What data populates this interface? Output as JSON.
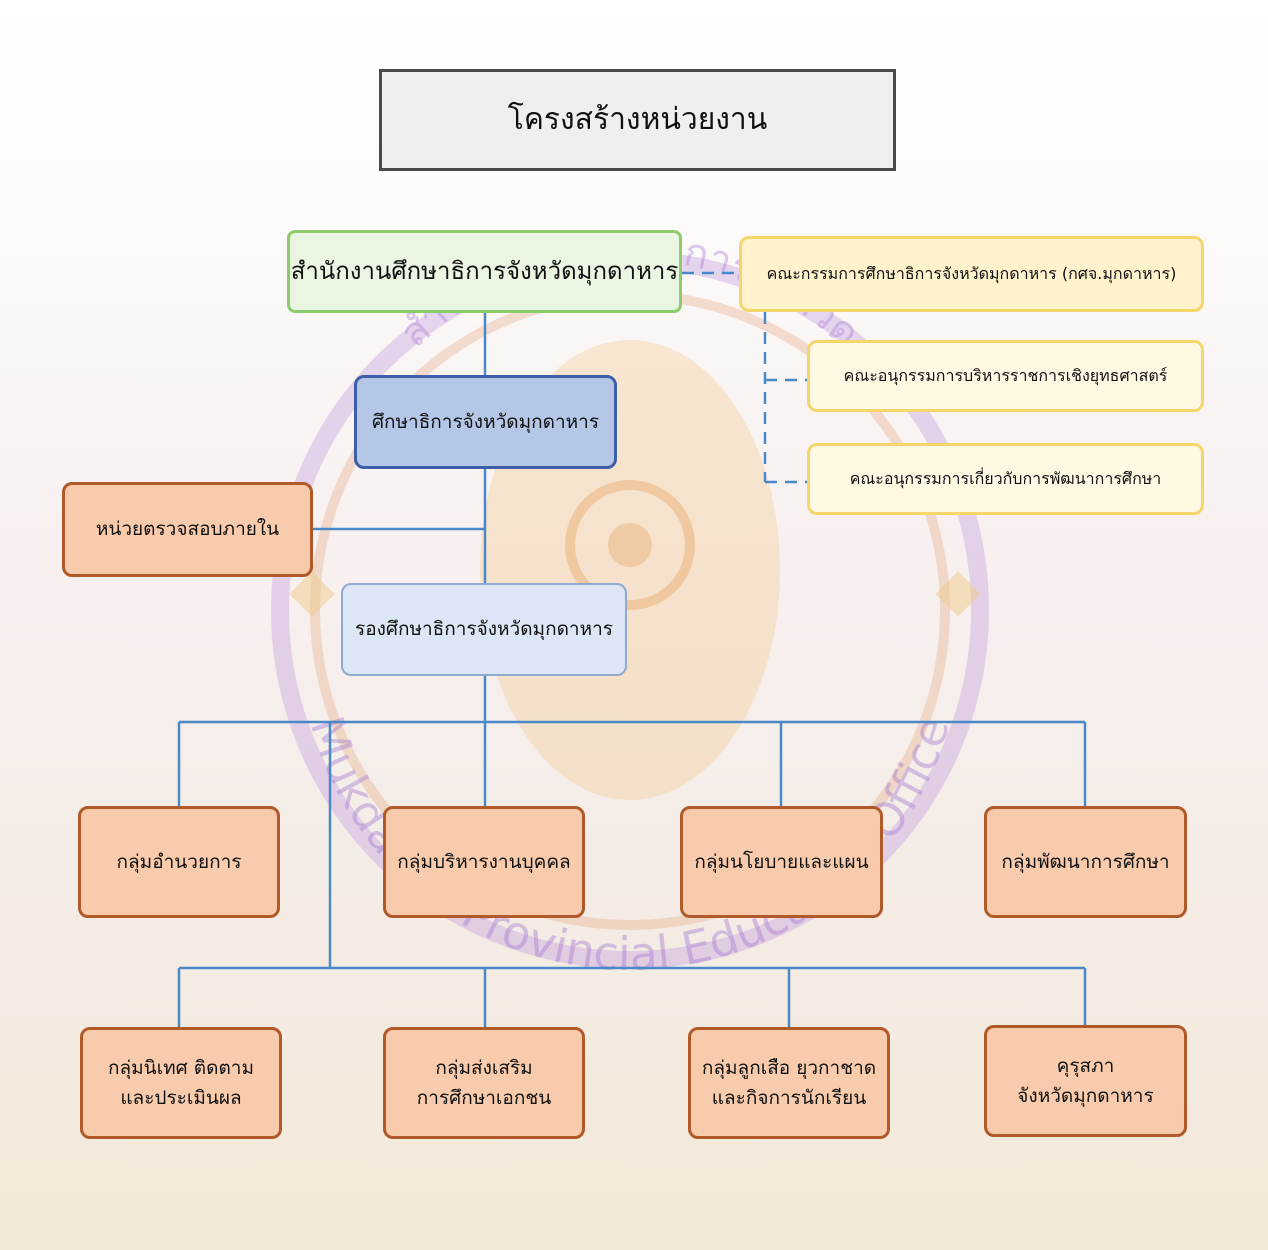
{
  "title": "โครงสร้างหน่วยงาน",
  "watermark": {
    "arc_text_top": "สำนักงานศึกษาธิการจังหวัด",
    "arc_text_bottom": "Mukdahan Provincial Education Office"
  },
  "nodes": {
    "office": "สำนักงานศึกษาธิการจังหวัดมุกดาหาร",
    "director": "ศึกษาธิการจังหวัดมุกดาหาร",
    "internal_audit": "หน่วยตรวจสอบภายใน",
    "deputy": "รองศึกษาธิการจังหวัดมุกดาหาร",
    "committee": "คณะกรรมการศึกษาธิการจังหวัดมุกดาหาร (กศจ.มุกดาหาร)",
    "sub_strategy": "คณะอนุกรรมการบริหารราชการเชิงยุทธศาสตร์",
    "sub_development": "คณะอนุกรรมการเกี่ยวกับการพัฒนาการศึกษา"
  },
  "groups_row1": [
    {
      "lines": [
        "กลุ่มอำนวยการ"
      ]
    },
    {
      "lines": [
        "กลุ่มบริหารงานบุคคล"
      ]
    },
    {
      "lines": [
        "กลุ่มนโยบายและแผน"
      ]
    },
    {
      "lines": [
        "กลุ่มพัฒนาการศึกษา"
      ]
    }
  ],
  "groups_row2": [
    {
      "lines": [
        "กลุ่มนิเทศ ติดตาม",
        "และประเมินผล"
      ]
    },
    {
      "lines": [
        "กลุ่มส่งเสริม",
        "การศึกษาเอกชน"
      ]
    },
    {
      "lines": [
        "กลุ่มลูกเสือ ยุวกาชาด",
        "และกิจการนักเรียน"
      ]
    },
    {
      "lines": [
        "คุรุสภา",
        "จังหวัดมุกดาหาร"
      ]
    }
  ],
  "colors": {
    "line": "#4a89c8",
    "orange_fill": "#f8cbad",
    "orange_border": "#b05a2a",
    "green_border": "#8ccc6c",
    "blue_border": "#3e5fa8",
    "yellow_border": "#f6d66b"
  }
}
